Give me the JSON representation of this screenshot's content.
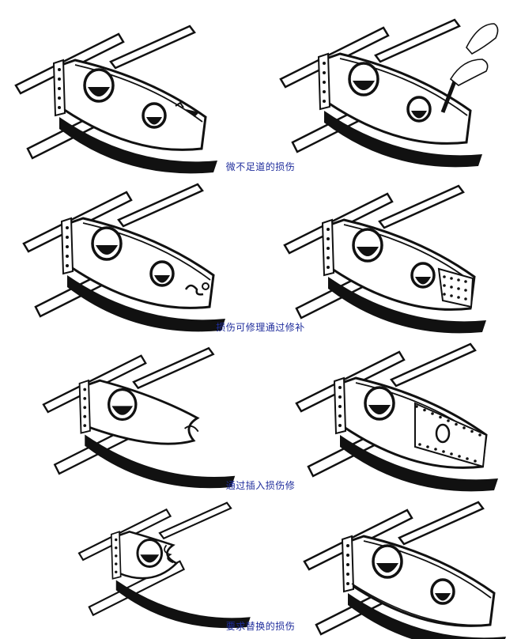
{
  "captions": [
    "微不足道的损伤",
    "损伤可修理通过修补",
    "通过插入损伤修",
    "要求替换的损伤"
  ],
  "rows": [
    {
      "left": {
        "damage": "nick",
        "tag": "arrow"
      },
      "right": {
        "repair": "file",
        "hands": true
      }
    },
    {
      "left": {
        "damage": "crack"
      },
      "right": {
        "repair": "patch"
      }
    },
    {
      "left": {
        "damage": "notch"
      },
      "right": {
        "repair": "insert"
      }
    },
    {
      "left": {
        "damage": "torn"
      },
      "right": {
        "repair": "replace"
      }
    }
  ],
  "colors": {
    "ink": "#111111",
    "caption": "#1f2d9c",
    "paper": "#ffffff"
  }
}
